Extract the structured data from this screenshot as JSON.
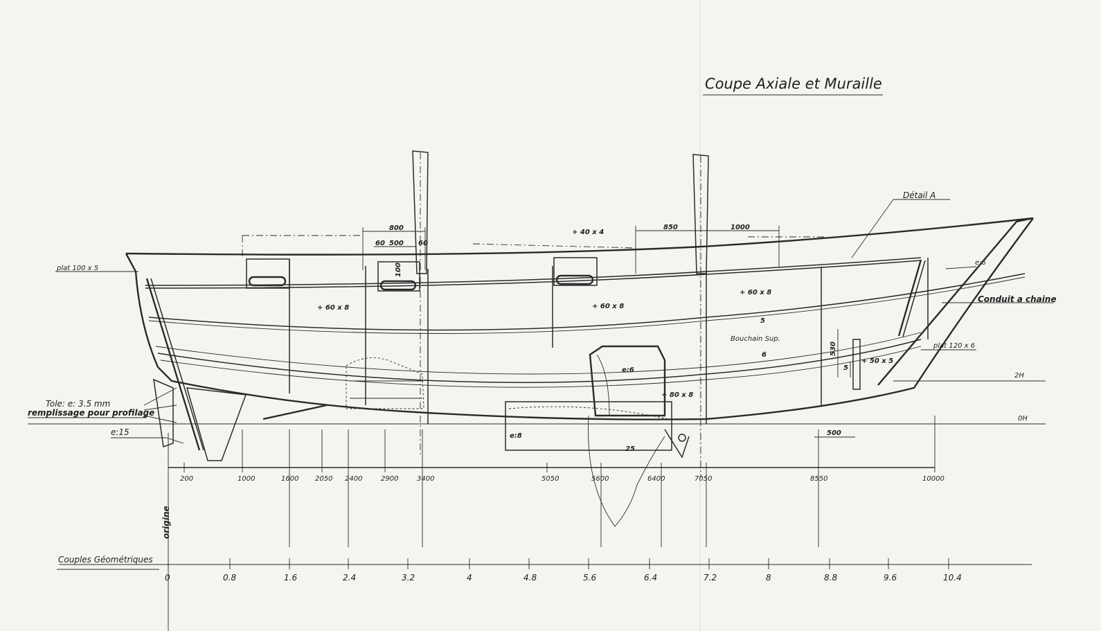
{
  "title": "Coupe Axiale et Muraille",
  "detail_label": "Détail A",
  "annotations": {
    "conduit": "Conduit a chaine",
    "tole": "Tole: e: 3.5 mm",
    "remplissage": "remplissage pour profilage",
    "plat_left": "plat 100 x 5",
    "plat_right": "plat 120 x 6",
    "e6_top": "e:6",
    "e15": "e:15",
    "e6_keel": "e:6",
    "e8": "e:8",
    "bouchain": "Bouchain Sup.",
    "origine": "origine",
    "couples": "Couples Géométriques",
    "wl_2h": "2H",
    "wl_0h": "0H"
  },
  "profiles": {
    "p60x8_a": "+ 60 x 8",
    "p60x8_b": "+ 60 x 8",
    "p60x8_c": "+ 60 x 8",
    "p80x8": "+ 80 x 8",
    "p40x4": "+ 40 x 4",
    "p50x5": "+ 50 x 5",
    "n5": "5",
    "n6": "6",
    "n25": "25"
  },
  "dimensions": {
    "d800": "800",
    "d500": "500",
    "d60a": "60",
    "d60b": "60",
    "d100": "100",
    "d850": "850",
    "d1000": "1000",
    "d530": "530",
    "d5": "5",
    "d500b": "500"
  },
  "frame_stations": [
    "200",
    "1000",
    "1600",
    "2050",
    "2400",
    "2900",
    "3400",
    "5050",
    "5600",
    "6400",
    "7050",
    "8550",
    "10000"
  ],
  "geometric_frames": [
    "0",
    "0.8",
    "1.6",
    "2.4",
    "3.2",
    "4",
    "4.8",
    "5.6",
    "6.4",
    "7.2",
    "8",
    "8.8",
    "9.6",
    "10.4"
  ]
}
